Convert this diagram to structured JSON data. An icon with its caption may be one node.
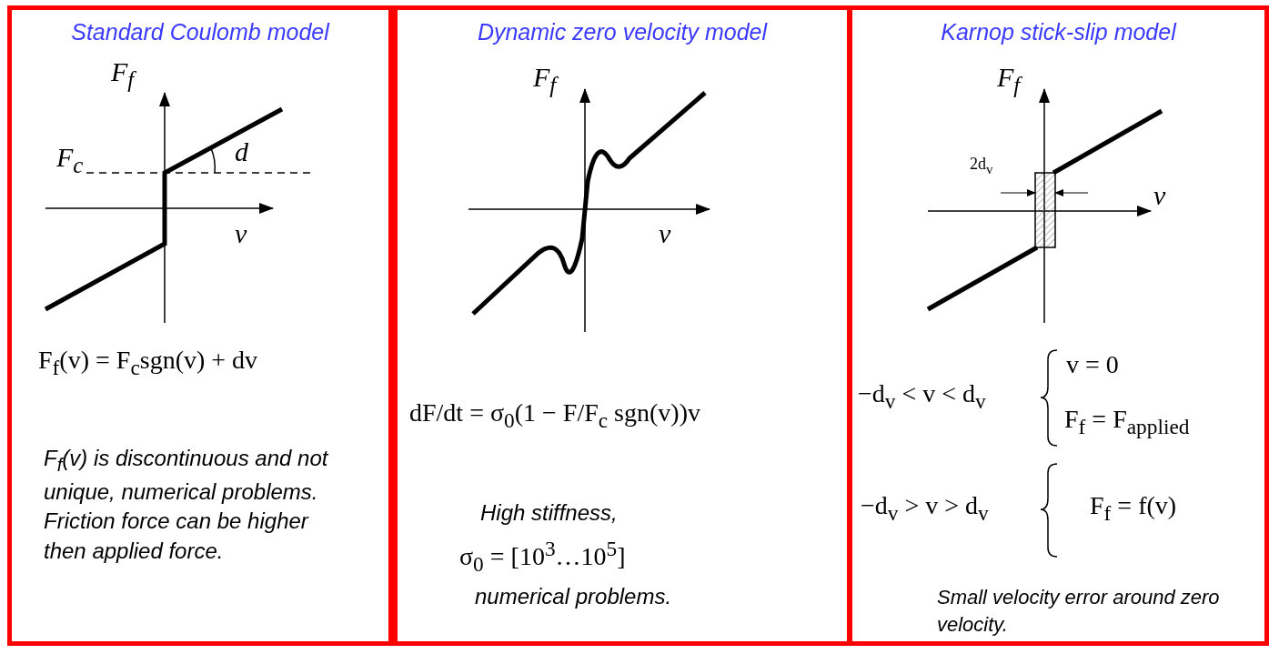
{
  "diagram": {
    "nodes": [
      {
        "text": [
          "Standard Coulomb model"
        ]
      },
      {
        "text": [
          "Dynamic zero velocity model"
        ]
      },
      {
        "text": [
          "Karnop stick-slip model"
        ]
      }
    ],
    "labels": [
      "F$_{f}$",
      "F$_{c}$",
      "d",
      "v",
      "F$_{f}$(v) = F$_{c}$sgn(v) + dv",
      "F$_{f}$(v) is discontinuous and not unique, numerical problems. Friction force can be higher then applied force.",
      "F$_{f}$",
      "v",
      "dF/dt = σ$_{0}$(1 − F/F$_{c}$ sgn(v))v",
      "High stiffness,",
      "σ$_{0}$ = [10$^{3}$…10$^{5}$]",
      "numerical problems.",
      "F$_{f}$",
      "2d$_{v}$",
      "v",
      "−d$_{v}$ < v < d$_{v}$",
      "v = 0",
      "F$_{f}$ = F$_{applied}$",
      "−d$_{v}$ > v > d$_{v}$",
      "F$_{f}$ = f(v)",
      "Small velocity error around zero velocity."
    ]
  }
}
